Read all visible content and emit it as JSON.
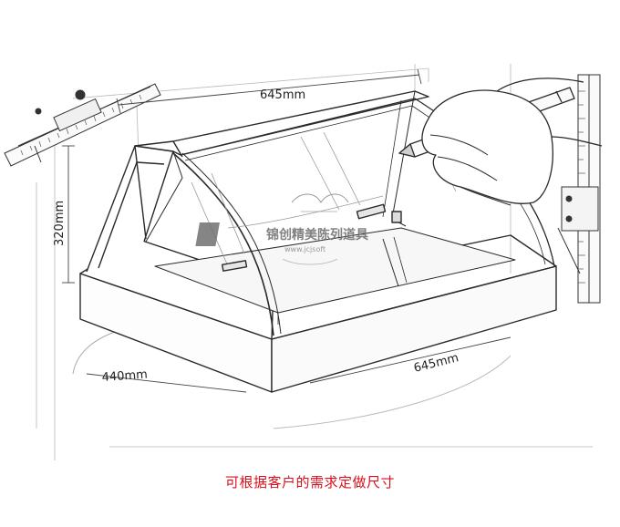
{
  "dimensions": {
    "top_width": "645mm",
    "height": "320mm",
    "depth": "440mm",
    "front_width": "645mm"
  },
  "watermark": {
    "brand": "锦创精美陈列道具",
    "site": "www.jcjsoft"
  },
  "caption": "可根据客户的需求定做尺寸",
  "colors": {
    "line": "#2a2a2a",
    "faint": "#9a9a9a",
    "caption": "#d8101c",
    "watermark": "#6c6c6c"
  }
}
